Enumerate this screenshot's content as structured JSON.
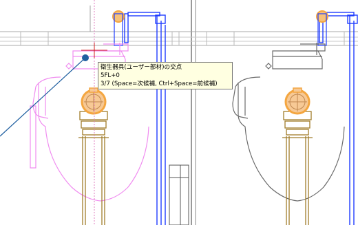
{
  "viewport": {
    "background": "#ffffff",
    "colors": {
      "wall_gray": "#b9b9b9",
      "pipe_blue": "#1f3cff",
      "fixture_pink": "#f08cf0",
      "fixture_gray": "#6b6b6b",
      "brass": "#a07c2a",
      "highlight_orange": "#f4a640",
      "leader_line": "#1f5fa0",
      "crosshair": "#d02020"
    },
    "panes": [
      {
        "name": "left",
        "fixture_color": "#f08cf0",
        "selected": true
      },
      {
        "name": "right",
        "fixture_color": "#6b6b6b",
        "selected": false
      }
    ]
  },
  "snap_tooltip": {
    "line1": "衛生器具(ユーザー部材)の交点",
    "line2": "5FL+0",
    "line3": "3/7 (Space=次候補, Ctrl+Space=前候補)"
  }
}
